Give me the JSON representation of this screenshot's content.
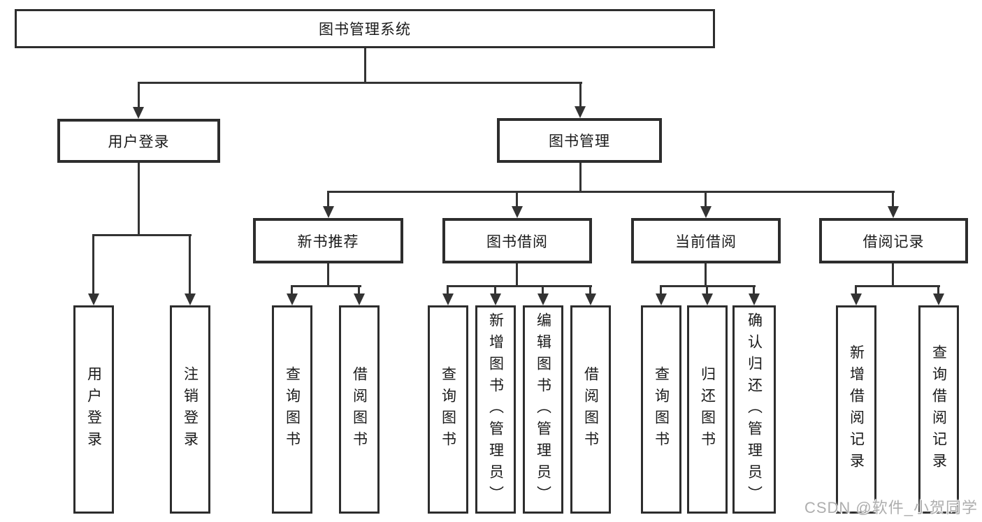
{
  "diagram": {
    "root": {
      "label": "图书管理系统"
    },
    "user_login": {
      "label": "用户登录",
      "children": [
        {
          "label": "用户登录"
        },
        {
          "label": "注销登录"
        }
      ]
    },
    "book_mgmt": {
      "label": "图书管理",
      "children": [
        {
          "label": "新书推荐",
          "children": [
            {
              "label": "查询图书"
            },
            {
              "label": "借阅图书"
            }
          ]
        },
        {
          "label": "图书借阅",
          "children": [
            {
              "label": "查询图书"
            },
            {
              "label": "新增图书（管理员）"
            },
            {
              "label": "编辑图书（管理员）"
            },
            {
              "label": "借阅图书"
            }
          ]
        },
        {
          "label": "当前借阅",
          "children": [
            {
              "label": "查询图书"
            },
            {
              "label": "归还图书"
            },
            {
              "label": "确认归还（管理员）"
            }
          ]
        },
        {
          "label": "借阅记录",
          "children": [
            {
              "label": "新增借阅记录"
            },
            {
              "label": "查询借阅记录"
            }
          ]
        }
      ]
    }
  },
  "watermark": "CSDN @软件_小贺同学",
  "colors": {
    "background": "#ffffff",
    "line": "#333333",
    "box_border": "#2d2d2d",
    "text": "#1a1a1a",
    "watermark_text": "#aeaeae"
  }
}
